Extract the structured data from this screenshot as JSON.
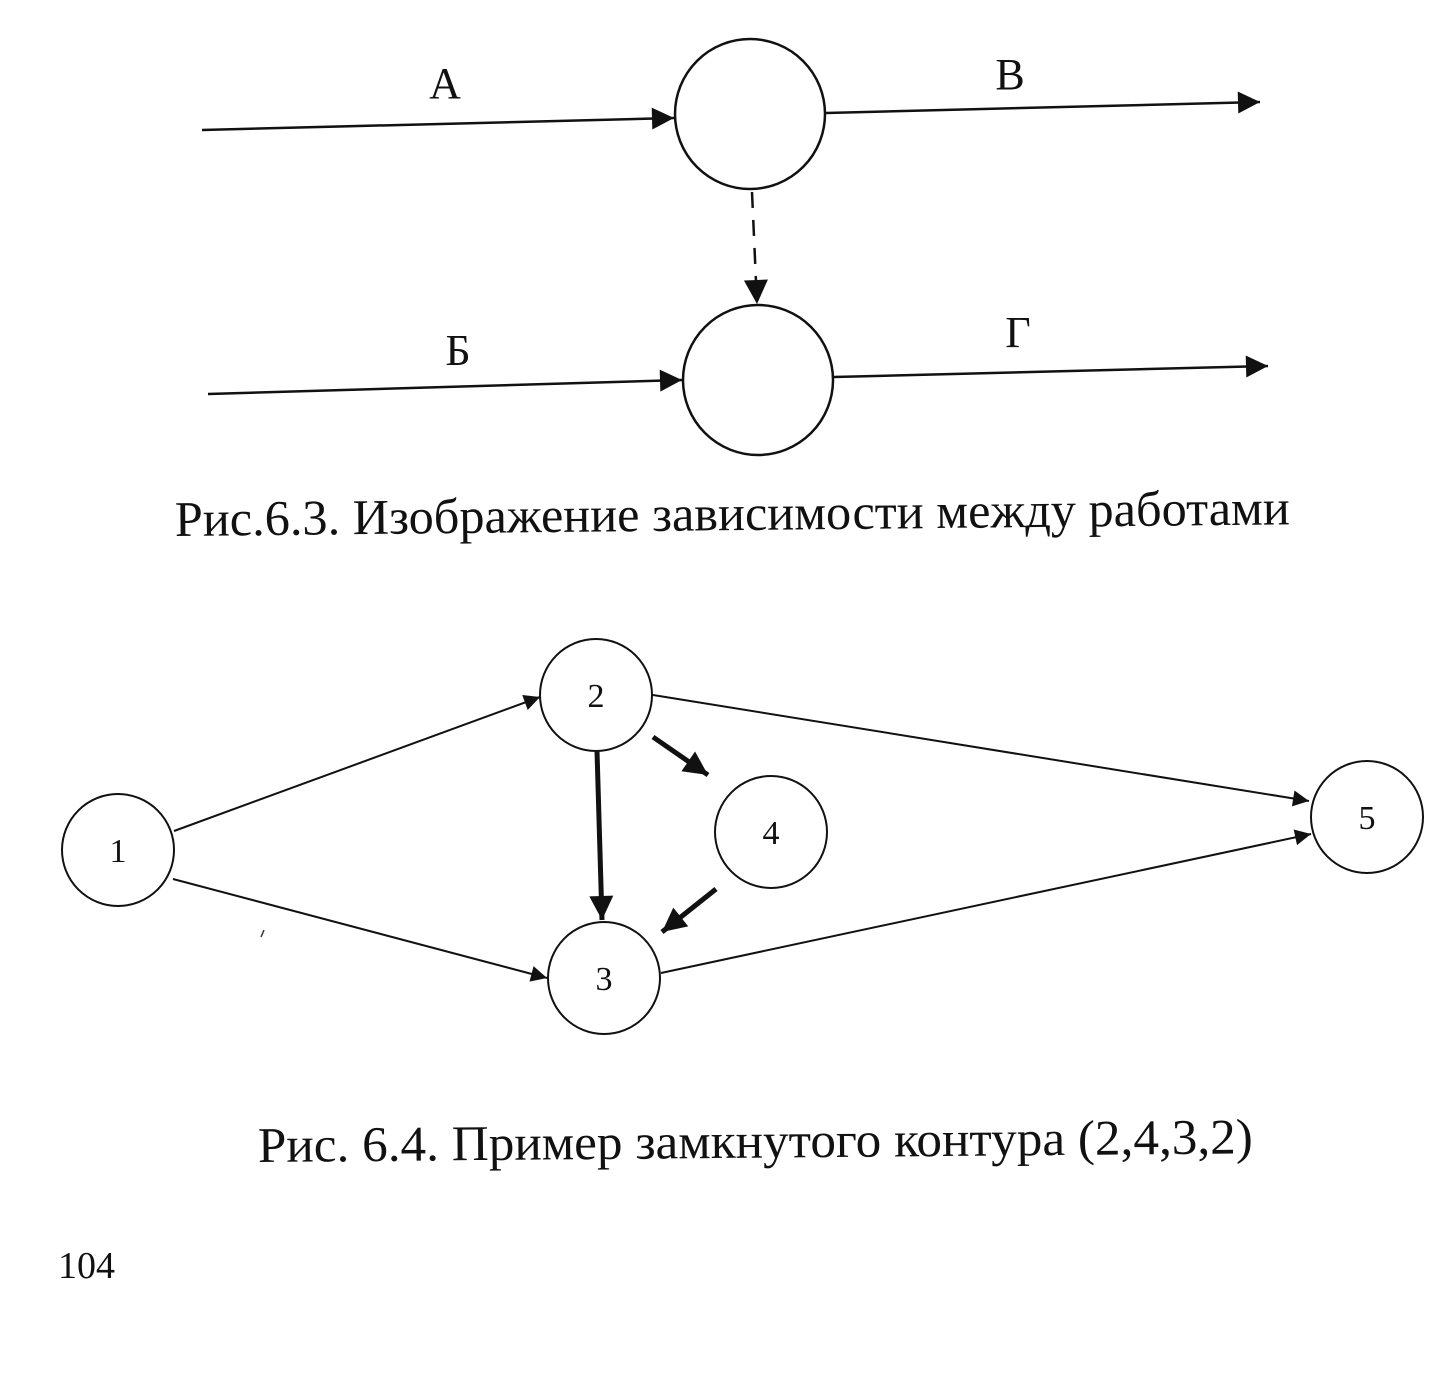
{
  "figure_6_3": {
    "labels": {
      "a": "А",
      "v": "В",
      "b": "Б",
      "g": "Г"
    },
    "caption": "Рис.6.3. Изображение зависимости между работами"
  },
  "figure_6_4": {
    "nodes": {
      "n1": "1",
      "n2": "2",
      "n3": "3",
      "n4": "4",
      "n5": "5"
    },
    "caption": "Рис. 6.4. Пример замкнутого контура (2,4,3,2)"
  },
  "page_number": "104",
  "colors": {
    "ink": "#111111",
    "paper": "#ffffff"
  }
}
